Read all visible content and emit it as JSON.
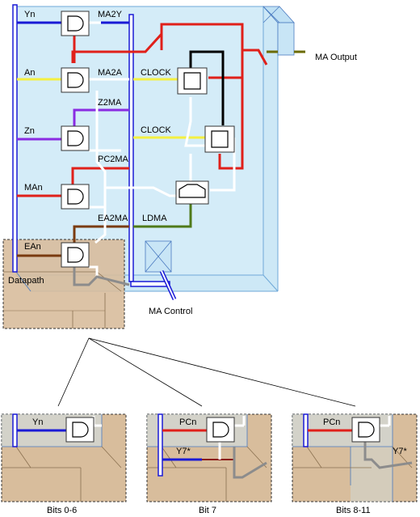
{
  "main_signals": {
    "yn": "Yn",
    "an": "An",
    "zn": "Zn",
    "man": "MAn",
    "ean": "EAn"
  },
  "control_signals": {
    "ma2y": "MA2Y",
    "ma2a": "MA2A",
    "z2ma": "Z2MA",
    "pc2ma": "PC2MA",
    "ea2ma": "EA2MA",
    "clock_top": "CLOCK",
    "clock_mid": "CLOCK",
    "ldma": "LDMA"
  },
  "labels": {
    "ma_output": "MA Output",
    "ma_control": "MA Control",
    "datapath": "Datapath"
  },
  "detail_panels": [
    {
      "caption": "Bits 0-6",
      "input": "Yn",
      "extra": ""
    },
    {
      "caption": "Bit 7",
      "input": "PCn",
      "extra": "Y7*"
    },
    {
      "caption": "Bits 8-11",
      "input": "PCn",
      "extra": "Y7*"
    }
  ],
  "colors": {
    "blue_fill": "#cde8f6",
    "tan_fill": "#d6bc9a",
    "bus_blue": "#1a1ad6",
    "wire_red": "#e0201a",
    "wire_yellow": "#f4f040",
    "wire_purple": "#8a2be2",
    "wire_brown": "#7a3b10",
    "wire_olive": "#6b6b00",
    "wire_green": "#4f7a1a"
  }
}
